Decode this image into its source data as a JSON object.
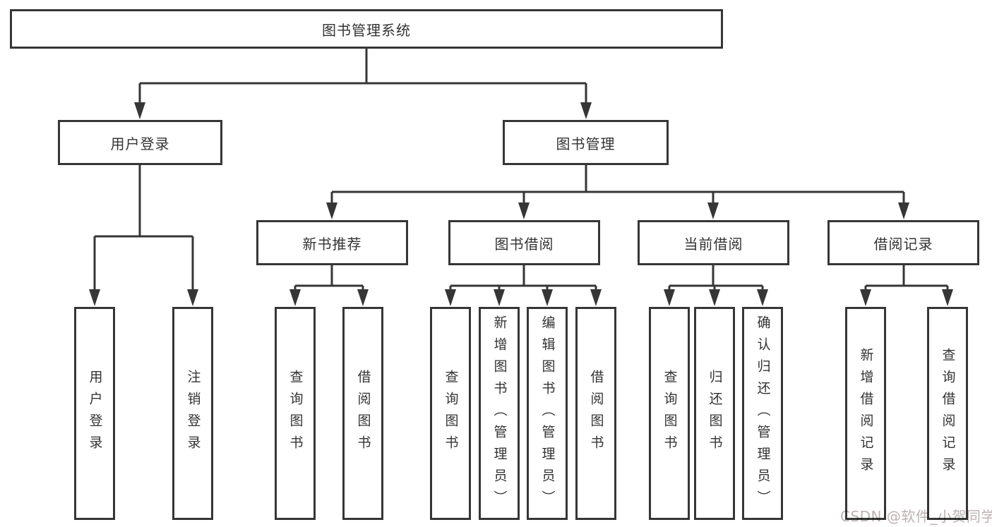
{
  "diagram": {
    "root": {
      "label": "图书管理系统"
    },
    "branches": [
      {
        "label": "用户登录",
        "leaves": [
          {
            "label": "用户登录"
          },
          {
            "label": "注销登录"
          }
        ]
      },
      {
        "label": "图书管理",
        "groups": [
          {
            "label": "新书推荐",
            "leaves": [
              {
                "label": "查询图书"
              },
              {
                "label": "借阅图书"
              }
            ]
          },
          {
            "label": "图书借阅",
            "leaves": [
              {
                "label": "查询图书"
              },
              {
                "label": "新增图书（管理员）"
              },
              {
                "label": "编辑图书（管理员）"
              },
              {
                "label": "借阅图书"
              }
            ]
          },
          {
            "label": "当前借阅",
            "leaves": [
              {
                "label": "查询图书"
              },
              {
                "label": "归还图书"
              },
              {
                "label": "确认归还（管理员）"
              }
            ]
          },
          {
            "label": "借阅记录",
            "leaves": [
              {
                "label": "新增借阅记录"
              },
              {
                "label": "查询借阅记录"
              }
            ]
          }
        ]
      }
    ]
  },
  "watermark": {
    "text": "CSDN @软件_小贺同学"
  },
  "colors": {
    "line": "#363636",
    "text": "#333333",
    "background": "#ffffff",
    "watermark": "#bdb1b1"
  }
}
